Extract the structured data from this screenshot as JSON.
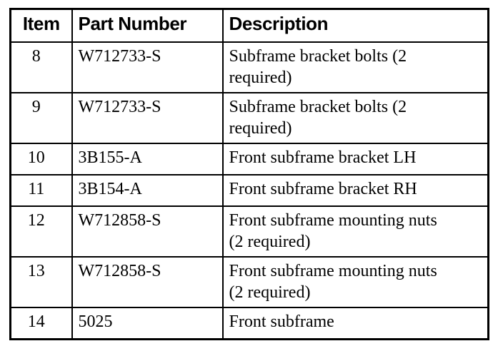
{
  "table": {
    "name": "parts-list-table",
    "columns": [
      {
        "key": "item",
        "label": "Item",
        "align": "center"
      },
      {
        "key": "part_number",
        "label": "Part Number",
        "align": "left"
      },
      {
        "key": "description",
        "label": "Description",
        "align": "left"
      }
    ],
    "rows": [
      {
        "item": "8",
        "part_number": "W712733-S",
        "description": "Subframe bracket bolts (2 required)",
        "description_lines": [
          "Subframe bracket bolts (2",
          "required)"
        ],
        "lines": 2
      },
      {
        "item": "9",
        "part_number": "W712733-S",
        "description": "Subframe bracket bolts (2 required)",
        "description_lines": [
          "Subframe bracket bolts (2",
          "required)"
        ],
        "lines": 2
      },
      {
        "item": "10",
        "part_number": "3B155-A",
        "description": "Front subframe bracket LH",
        "description_lines": [
          "Front subframe bracket LH"
        ],
        "lines": 1
      },
      {
        "item": "11",
        "part_number": "3B154-A",
        "description": "Front subframe bracket RH",
        "description_lines": [
          "Front subframe bracket RH"
        ],
        "lines": 1
      },
      {
        "item": "12",
        "part_number": "W712858-S",
        "description": "Front subframe mounting nuts (2 required)",
        "description_lines": [
          "Front subframe mounting nuts",
          "(2 required)"
        ],
        "lines": 2
      },
      {
        "item": "13",
        "part_number": "W712858-S",
        "description": "Front subframe mounting nuts (2 required)",
        "description_lines": [
          "Front subframe mounting nuts",
          "(2 required)"
        ],
        "lines": 2
      },
      {
        "item": "14",
        "part_number": "5025",
        "description": "Front subframe",
        "description_lines": [
          "Front subframe"
        ],
        "lines": 1
      }
    ]
  },
  "colors": {
    "background": "#ffffff",
    "text": "#000000",
    "border": "#000000"
  }
}
